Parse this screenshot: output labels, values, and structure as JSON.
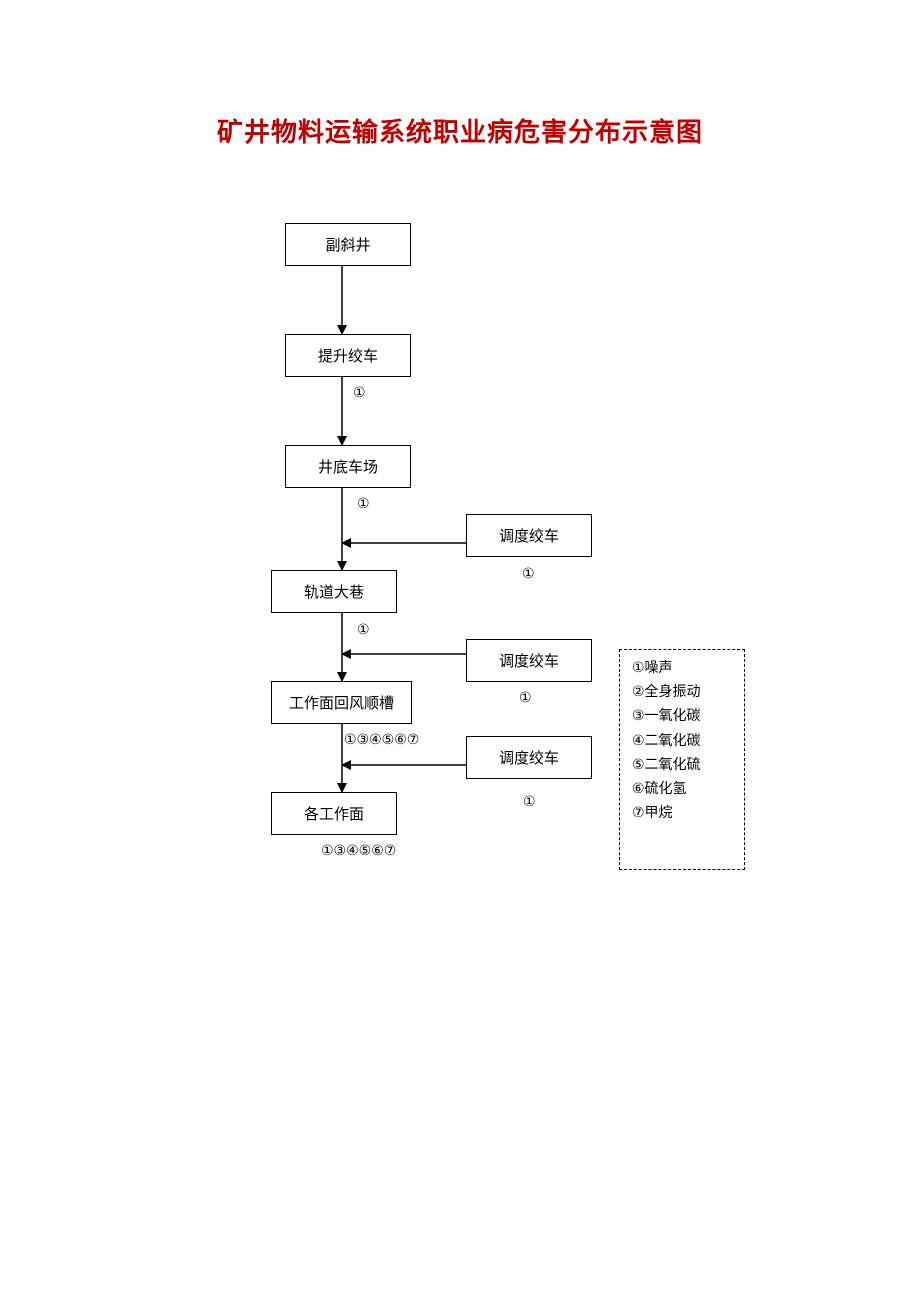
{
  "title": "矿井物料运输系统职业病危害分布示意图",
  "colors": {
    "title": "#c00000",
    "line": "#000000"
  },
  "nodes": {
    "fuxiejing": "副斜井",
    "tishengjiaoche": "提升绞车",
    "jingdichechang": "井底车场",
    "guidaodaxiang": "轨道大巷",
    "gongzuomian_huifengshuncao": "工作面回风顺槽",
    "gegongzuomian": "各工作面",
    "diaodu_1": "调度绞车",
    "diaodu_2": "调度绞车",
    "diaodu_3": "调度绞车"
  },
  "hazard_labels": {
    "after_tisheng": "①",
    "after_jingdi": "①",
    "under_diaodu_1": "①",
    "after_guidao": "①",
    "under_diaodu_2": "①",
    "after_huifeng": "①③④⑤⑥⑦",
    "under_diaodu_3": "①",
    "under_gegongzuomian": "①③④⑤⑥⑦"
  },
  "legend": [
    "①噪声",
    "②全身振动",
    "③一氧化碳",
    "④二氧化碳",
    "⑤二氧化硫",
    "⑥硫化氢",
    "⑦甲烷"
  ]
}
